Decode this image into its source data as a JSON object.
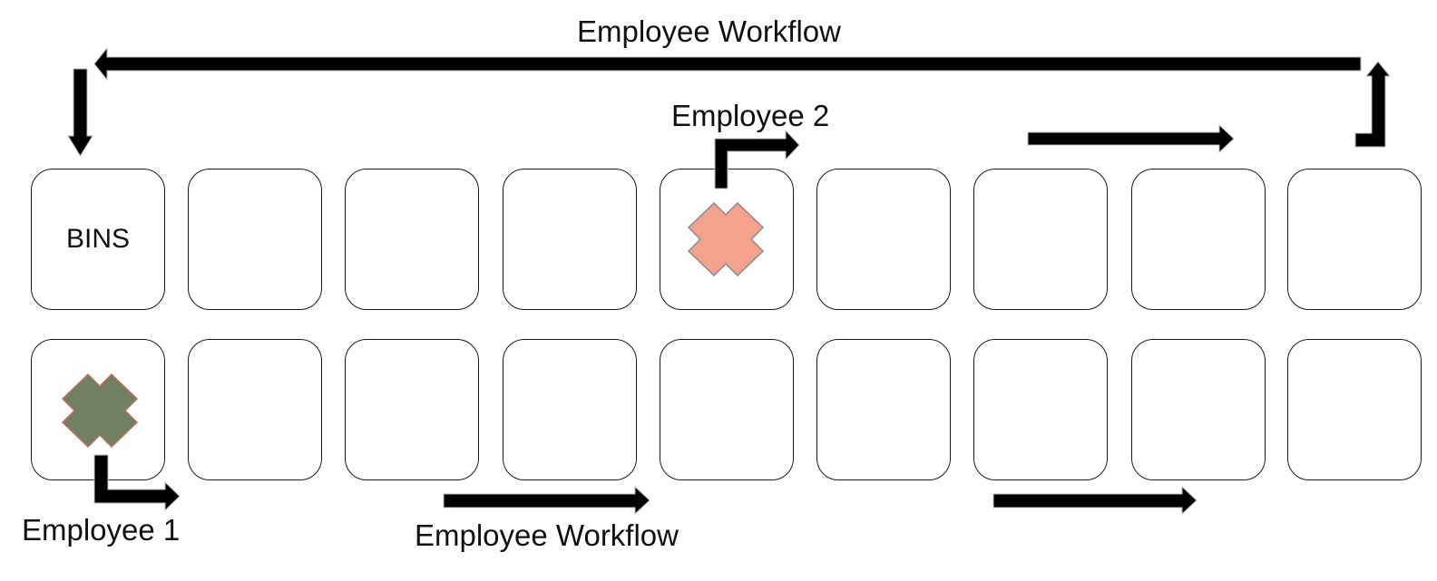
{
  "title_top": "Employee Workflow",
  "label_employee_2": "Employee 2",
  "label_employee_1": "Employee 1",
  "title_bottom": "Employee Workflow",
  "bins": {
    "top": [
      "BINS",
      "",
      "",
      "",
      "",
      "",
      "",
      "",
      ""
    ],
    "bottom": [
      "",
      "",
      "",
      "",
      "",
      "",
      "",
      "",
      ""
    ]
  },
  "colors": {
    "arrow": "#000000",
    "marker_employee_2": "#f4a28c",
    "marker_employee_1": "#718062",
    "marker_outline": "#c0705e"
  }
}
